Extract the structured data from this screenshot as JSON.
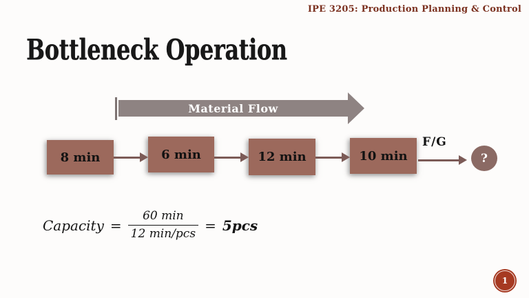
{
  "header": {
    "course": "IPE 3205: Production Planning & Control"
  },
  "title": "Bottleneck Operation",
  "flow": {
    "banner_label": "Material Flow",
    "stations": [
      {
        "label": "8 min"
      },
      {
        "label": "6 min"
      },
      {
        "label": "12 min"
      },
      {
        "label": "10 min"
      }
    ],
    "output_label": "F/G",
    "unknown_label": "?"
  },
  "formula": {
    "lhs": "Capacity",
    "eq": "=",
    "numerator": "60 min",
    "denominator": "12 min/pcs",
    "eq2": "=",
    "result": "5pcs"
  },
  "page_number": "1",
  "colors": {
    "header_text": "#7b3120",
    "station_fill": "#9c695c",
    "connector": "#7c5b57",
    "banner_fill": "#8e8382",
    "unknown_circle_fill": "#8b6a64",
    "page_badge_fill": "#a63a22",
    "background": "#fdfcfb",
    "title_text": "#181818"
  }
}
